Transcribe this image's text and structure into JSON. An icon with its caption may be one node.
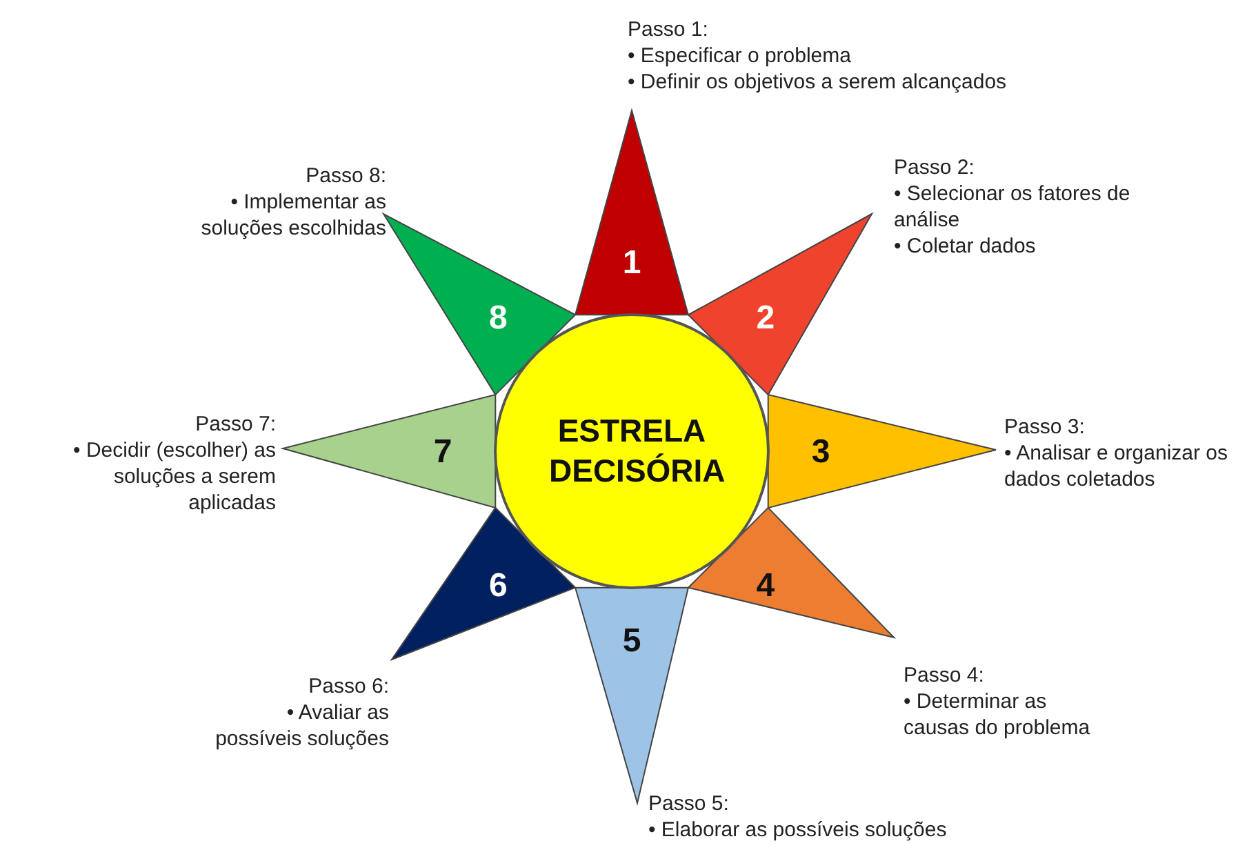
{
  "diagram": {
    "nodes": [
      {
        "text": [
          "ESTRELA DECISÓRIA"
        ]
      },
      {
        "text": [
          "1"
        ],
        "beside": [
          "Passo 1:",
          "• Especificar o problema",
          "• Definir os objetivos a serem alcançados"
        ]
      },
      {
        "text": [
          "2"
        ],
        "beside": [
          "Passo 2:",
          "• Selecionar os fatores de análise",
          "• Coletar dados"
        ]
      },
      {
        "text": [
          "3"
        ],
        "beside": [
          "Passo 3:",
          "• Analisar e organizar os dados coletados"
        ]
      },
      {
        "text": [
          "4"
        ],
        "beside": [
          "Passo 4:",
          "• Determinar as causas do problema"
        ]
      },
      {
        "text": [
          "5"
        ],
        "beside": [
          "Passo 5:",
          "• Elaborar as possíveis soluções"
        ]
      },
      {
        "text": [
          "6"
        ],
        "beside": [
          "Passo 6:",
          "• Avaliar as possíveis soluções"
        ]
      },
      {
        "text": [
          "7"
        ],
        "beside": [
          "Passo 7:",
          "• Decidir (escolher) as soluções a serem aplicadas"
        ]
      },
      {
        "text": [
          "8"
        ],
        "beside": [
          "Passo 8:",
          "• Implementar as soluções escolhidas"
        ]
      }
    ]
  }
}
